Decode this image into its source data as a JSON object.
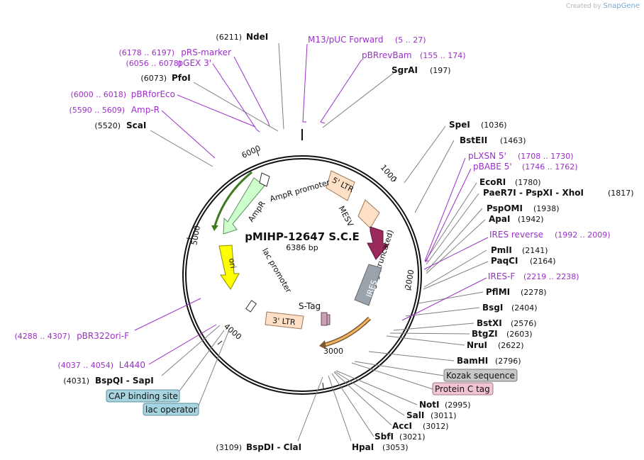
{
  "credit": {
    "prefix": "Created by",
    "brand": "SnapGene"
  },
  "plasmid": {
    "name": "pMIHP-12647 S.C.E",
    "size": "6386 bp"
  },
  "ticks": [
    "1000",
    "2000",
    "3000",
    "4000",
    "5000",
    "6000"
  ],
  "colors": {
    "enzyme": "#000000",
    "primer": "#9b30c8",
    "line": "#7f7f7f"
  },
  "features": [
    {
      "name": "5' LTR",
      "label": "5' LTR",
      "color": "#fde0c6"
    },
    {
      "name": "MESV",
      "label": "MESV",
      "color": "#fde0c6"
    },
    {
      "name": "gag (truncated)",
      "label": "gag (truncated)",
      "color": "#9b2a5c"
    },
    {
      "name": "IRES",
      "label": "IRES",
      "color": "#9aa3ab"
    },
    {
      "name": "S-Tag",
      "label": "S-Tag",
      "color": "#c9a0b6"
    },
    {
      "name": "3' LTR",
      "label": "3' LTR",
      "color": "#fde0c6"
    },
    {
      "name": "lac promoter",
      "label": "lac promoter",
      "color": "#ffffff"
    },
    {
      "name": "ori",
      "label": "ori",
      "color": "#ffff00"
    },
    {
      "name": "AmpR",
      "label": "AmpR",
      "color": "#ccffcc"
    },
    {
      "name": "AmpR promoter",
      "label": "AmpR promoter",
      "color": "#ffffff"
    }
  ],
  "boxed_labels": [
    {
      "text": "Kozak sequence",
      "color": "#c8c8c8"
    },
    {
      "text": "Protein C tag",
      "color": "#f2c3d2"
    },
    {
      "text": "CAP binding site",
      "color": "#a6d4e0"
    },
    {
      "text": "lac operator",
      "color": "#a6d4e0"
    }
  ],
  "enzymes": [
    {
      "pos": "(6211)",
      "name": "NdeI"
    },
    {
      "pos": "(6073)",
      "name": "PfoI"
    },
    {
      "pos": "(5520)",
      "name": "ScaI"
    },
    {
      "pos": "(197)",
      "name": "SgrAI"
    },
    {
      "pos": "(1036)",
      "name": "SpeI"
    },
    {
      "pos": "(1463)",
      "name": "BstEII"
    },
    {
      "pos": "(1780)",
      "name": "EcoRI"
    },
    {
      "pos": "(1817)",
      "name": "PaeR7I - PspXI - XhoI"
    },
    {
      "pos": "(1938)",
      "name": "PspOMI"
    },
    {
      "pos": "(1942)",
      "name": "ApaI"
    },
    {
      "pos": "(2141)",
      "name": "PmlI"
    },
    {
      "pos": "(2164)",
      "name": "PaqCI"
    },
    {
      "pos": "(2278)",
      "name": "PflMI"
    },
    {
      "pos": "(2404)",
      "name": "BsgI"
    },
    {
      "pos": "(2576)",
      "name": "BstXI"
    },
    {
      "pos": "(2603)",
      "name": "BtgZI"
    },
    {
      "pos": "(2622)",
      "name": "NruI"
    },
    {
      "pos": "(2796)",
      "name": "BamHI"
    },
    {
      "pos": "(2995)",
      "name": "NotI"
    },
    {
      "pos": "(3011)",
      "name": "SalI"
    },
    {
      "pos": "(3012)",
      "name": "AccI"
    },
    {
      "pos": "(3021)",
      "name": "SbfI"
    },
    {
      "pos": "(3053)",
      "name": "HpaI"
    },
    {
      "pos": "(3109)",
      "name": "BspDI - ClaI"
    },
    {
      "pos": "(4031)",
      "name": "BspQI - SapI"
    }
  ],
  "primers": [
    {
      "text": "M13/pUC Forward",
      "range": "(5 .. 27)"
    },
    {
      "text": "pBRrevBam",
      "range": "(155 .. 174)"
    },
    {
      "text": "pRS-marker",
      "range": "(6178 .. 6197)"
    },
    {
      "text": "pGEX 3'",
      "range": "(6056 .. 6078)"
    },
    {
      "text": "pBRforEco",
      "range": "(6000 .. 6018)"
    },
    {
      "text": "Amp-R",
      "range": "(5590 .. 5609)"
    },
    {
      "text": "pLXSN 5'",
      "range": "(1708 .. 1730)"
    },
    {
      "text": "pBABE 5'",
      "range": "(1746 .. 1762)"
    },
    {
      "text": "IRES reverse",
      "range": "(1992 .. 2009)"
    },
    {
      "text": "IRES-F",
      "range": "(2219 .. 2238)"
    },
    {
      "text": "pBR322ori-F",
      "range": "(4288 .. 4307)"
    },
    {
      "text": "L4440",
      "range": "(4037 .. 4054)"
    }
  ]
}
